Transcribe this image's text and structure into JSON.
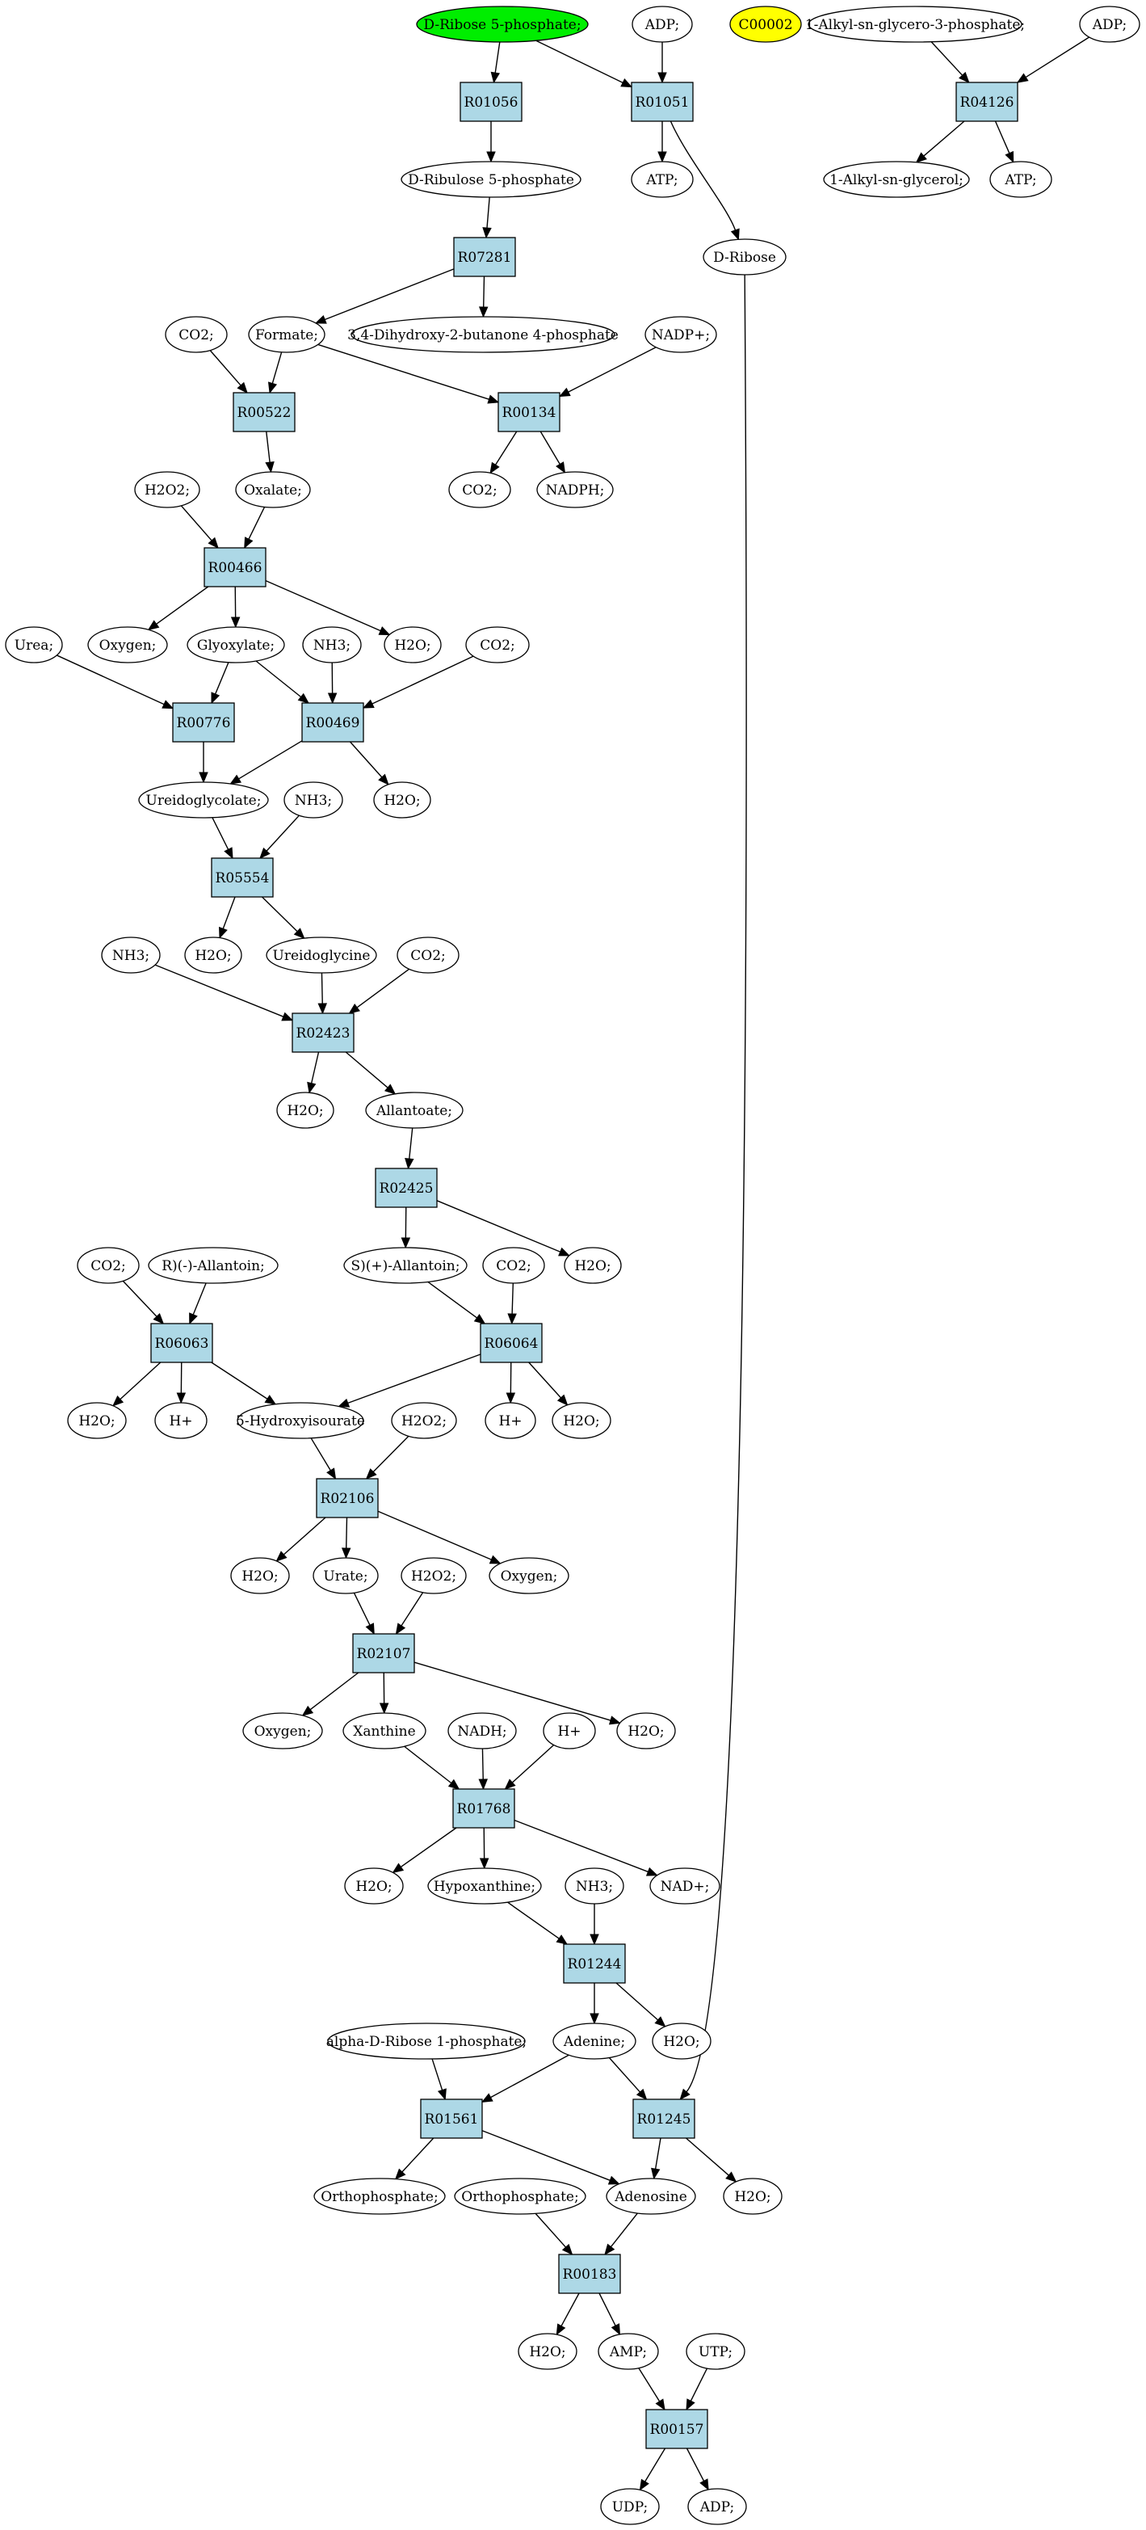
{
  "colors": {
    "highlight_start": "#00ee00",
    "highlight_other": "#ffff00",
    "reaction_fill": "#add8e6"
  },
  "nodes": {
    "d_ribose_5p": "D-Ribose 5-phosphate;",
    "adp_1": "ADP;",
    "c00002": "C00002",
    "alkyl_gp": "1-Alkyl-sn-glycero-3-phosphate;",
    "adp_2": "ADP;",
    "r01056": "R01056",
    "r01051": "R01051",
    "r04126": "R04126",
    "d_ribulose_5p": "D-Ribulose 5-phosphate",
    "atp_1": "ATP;",
    "alkyl_glycerol": "1-Alkyl-sn-glycerol;",
    "atp_2": "ATP;",
    "r07281": "R07281",
    "d_ribose": "D-Ribose",
    "co2_1": "CO2;",
    "formate": "Formate;",
    "dihydroxy_butanone": "3,4-Dihydroxy-2-butanone 4-phosphate",
    "nadp": "NADP+;",
    "r00522": "R00522",
    "r00134": "R00134",
    "h2o2_1": "H2O2;",
    "oxalate": "Oxalate;",
    "co2_2": "CO2;",
    "nadph": "NADPH;",
    "r00466": "R00466",
    "urea": "Urea;",
    "oxygen_1": "Oxygen;",
    "glyoxylate": "Glyoxylate;",
    "nh3_1": "NH3;",
    "h2o_1": "H2O;",
    "co2_3": "CO2;",
    "r00776": "R00776",
    "r00469": "R00469",
    "ureidoglycolate": "Ureidoglycolate;",
    "nh3_2": "NH3;",
    "h2o_2": "H2O;",
    "r05554": "R05554",
    "nh3_3": "NH3;",
    "h2o_3": "H2O;",
    "ureidoglycine": "Ureidoglycine",
    "co2_4": "CO2;",
    "r02423": "R02423",
    "h2o_4": "H2O;",
    "allantoate": "Allantoate;",
    "r02425": "R02425",
    "co2_5": "CO2;",
    "r_allantoin": "R)(-)-Allantoin;",
    "s_allantoin": "S)(+)-Allantoin;",
    "co2_6": "CO2;",
    "h2o_5": "H2O;",
    "r06063": "R06063",
    "r06064": "R06064",
    "h2o_6": "H2O;",
    "hplus_1": "H+",
    "hydroxyisourate": "5-Hydroxyisourate",
    "h2o2_2": "H2O2;",
    "hplus_2": "H+",
    "h2o_7": "H2O;",
    "r02106": "R02106",
    "h2o_8": "H2O;",
    "urate": "Urate;",
    "h2o2_3": "H2O2;",
    "oxygen_2": "Oxygen;",
    "r02107": "R02107",
    "oxygen_3": "Oxygen;",
    "xanthine": "Xanthine",
    "nadh": "NADH;",
    "hplus_3": "H+",
    "h2o_9": "H2O;",
    "r01768": "R01768",
    "h2o_10": "H2O;",
    "hypoxanthine": "Hypoxanthine;",
    "nh3_4": "NH3;",
    "nad": "NAD+;",
    "r01244": "R01244",
    "alpha_ribose_1p": "alpha-D-Ribose 1-phosphate;",
    "adenine": "Adenine;",
    "h2o_11": "H2O;",
    "r01561": "R01561",
    "r01245": "R01245",
    "orthophosphate_1": "Orthophosphate;",
    "orthophosphate_2": "Orthophosphate;",
    "adenosine": "Adenosine",
    "h2o_12": "H2O;",
    "r00183": "R00183",
    "h2o_13": "H2O;",
    "amp": "AMP;",
    "utp": "UTP;",
    "r00157": "R00157",
    "udp": "UDP;",
    "adp_3": "ADP;"
  }
}
